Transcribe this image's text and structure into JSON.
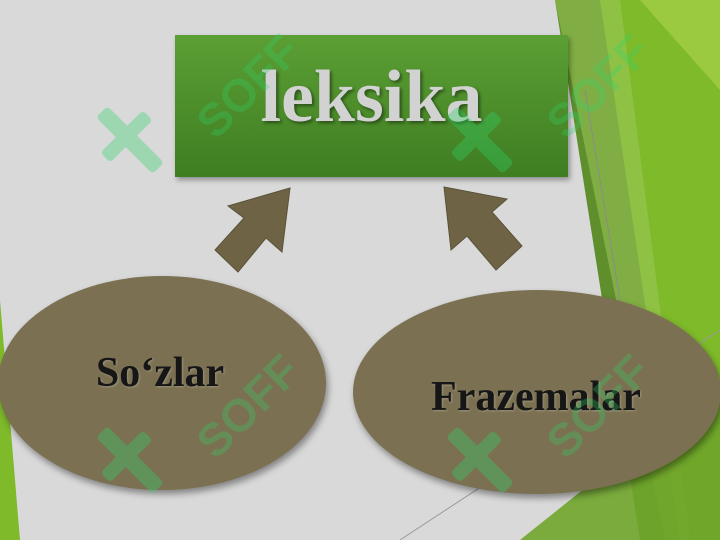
{
  "diagram": {
    "root": {
      "label": "leksika"
    },
    "children": [
      {
        "label": "So‘zlar"
      },
      {
        "label": "Frazemalar"
      }
    ],
    "watermark": "SOFF"
  },
  "colors": {
    "background": "#d9d9d9",
    "root_fill": "#4f8f2c",
    "root_text": "#d2d2d2",
    "node_fill": "#7b7051",
    "arrow_fill": "#6e6445",
    "accent_green": "#7fba2a"
  }
}
